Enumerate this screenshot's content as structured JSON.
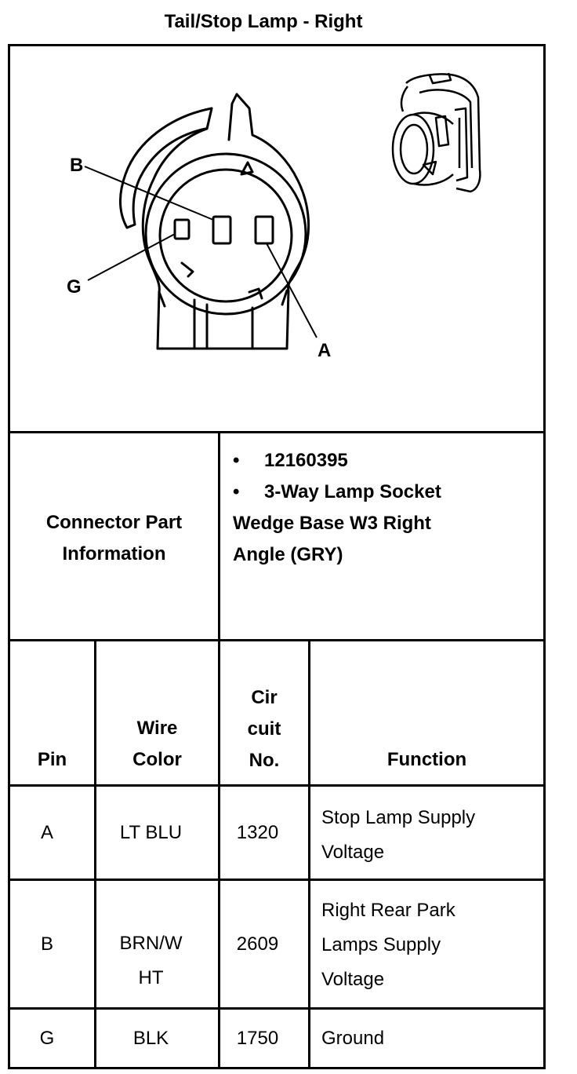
{
  "title": "Tail/Stop Lamp - Right",
  "diagram": {
    "pin_labels": [
      "B",
      "G",
      "A"
    ]
  },
  "connector_info": {
    "label_line1": "Connector Part",
    "label_line2": "Information",
    "bullets": [
      "12160395",
      "3-Way Lamp Socket"
    ],
    "description_line1": "Wedge Base W3 Right",
    "description_line2": "Angle (GRY)"
  },
  "table": {
    "headers": {
      "pin": "Pin",
      "wire_color_1": "Wire",
      "wire_color_2": "Color",
      "circuit_1": "Cir",
      "circuit_2": "cuit",
      "circuit_3": "No.",
      "function": "Function"
    },
    "rows": [
      {
        "pin": "A",
        "wire_color": [
          "LT BLU"
        ],
        "circuit": "1320",
        "function": [
          "Stop Lamp Supply",
          "Voltage"
        ]
      },
      {
        "pin": "B",
        "wire_color": [
          "BRN/W",
          "HT"
        ],
        "circuit": "2609",
        "function": [
          "Right Rear Park",
          "Lamps Supply",
          "Voltage"
        ]
      },
      {
        "pin": "G",
        "wire_color": [
          "BLK"
        ],
        "circuit": "1750",
        "function": [
          "Ground"
        ]
      }
    ]
  }
}
